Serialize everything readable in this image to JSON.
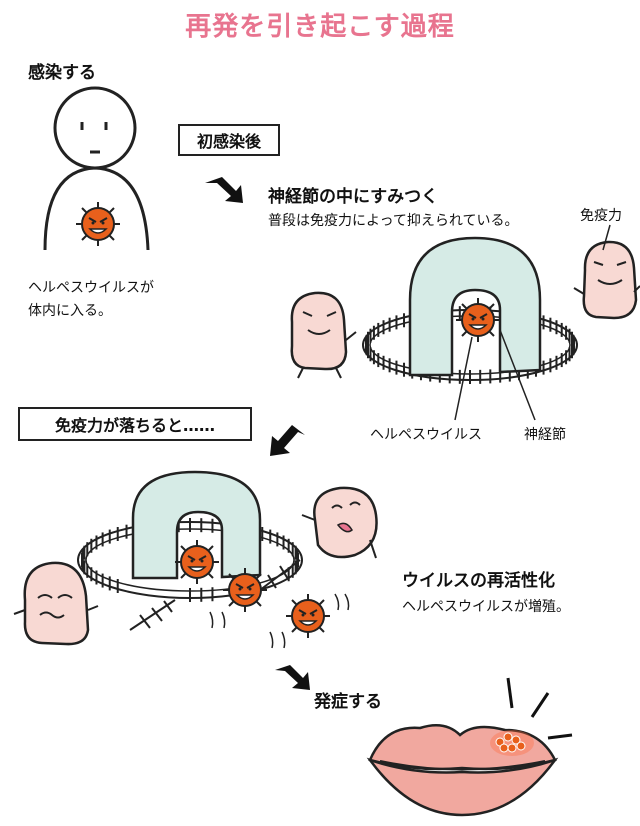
{
  "title": "再発を引き起こす過程",
  "colors": {
    "title": "#e8748f",
    "virus": "#e8601c",
    "cell": "#f8d9d3",
    "ganglion": "#d6ebe6",
    "lips": "#f1a89f",
    "outline": "#222222"
  },
  "steps": {
    "infection": {
      "heading": "感染する",
      "caption_line1": "ヘルペスウイルスが",
      "caption_line2": "体内に入る。"
    },
    "after_infection_label": "初感染後",
    "latent": {
      "heading": "神経節の中にすみつく",
      "caption": "普段は免疫力によって抑えられている。",
      "immunity_label": "免疫力",
      "virus_label": "ヘルペスウイルス",
      "ganglion_label": "神経節"
    },
    "immunity_drop_label": "免疫力が落ちると……",
    "reactivation": {
      "heading": "ウイルスの再活性化",
      "caption": "ヘルペスウイルスが増殖。"
    },
    "onset": {
      "heading": "発症する"
    }
  }
}
